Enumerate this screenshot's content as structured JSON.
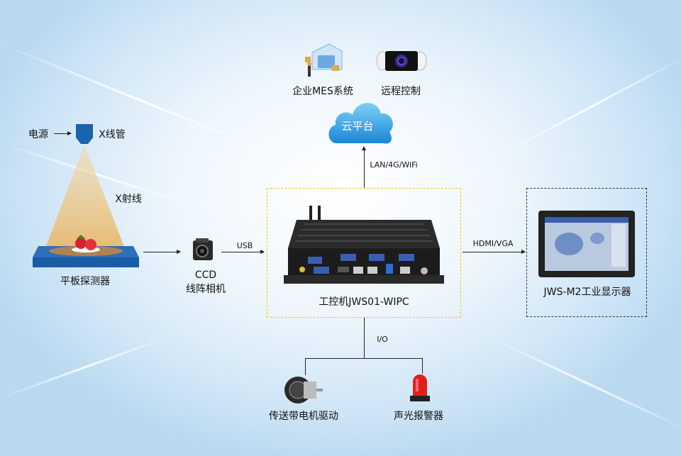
{
  "xray": {
    "power_label": "电源",
    "tube_label": "X线管",
    "ray_label": "X射线",
    "detector_label": "平板探测器"
  },
  "camera": {
    "line1": "CCD",
    "line2": "线阵相机"
  },
  "links": {
    "usb": "USB",
    "network": "LAN/4G/WiFi",
    "display": "HDMI/VGA",
    "io": "I/O"
  },
  "ipc": {
    "label": "工控机JWS01-WIPC"
  },
  "cloud": {
    "label": "云平台"
  },
  "top": {
    "mes_label": "企业MES系统",
    "remote_label": "远程控制"
  },
  "monitor": {
    "label": "JWS-M2工业显示器"
  },
  "outputs": {
    "motor_label": "传送带电机驱动",
    "alarm_label": "声光报警器"
  },
  "colors": {
    "accent_blue": "#1a63b0",
    "ipc_box_border": "#f0c419",
    "monitor_box_border": "#333333"
  }
}
